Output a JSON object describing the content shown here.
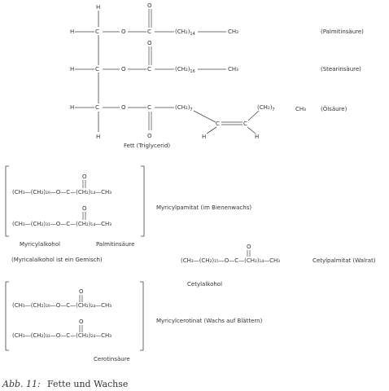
{
  "triglyceride": {
    "h": "H",
    "c": "C",
    "o": "O",
    "ch2_group": "(CH₂)",
    "ch3": "CH₃",
    "sub_14": "14",
    "sub_16": "16",
    "sub_7": "7",
    "label_palmitic": "(Palmitinsäure)",
    "label_stearic": "(Stearinsäure)",
    "label_oleic": "(Ölsäure)",
    "caption": "Fett (Triglycerid)"
  },
  "myricylpalmitat": {
    "row1": "(CH₃—(CH₂)₂₉—O—C—(CH₂)₁₄—CH₃",
    "row2": "(CH₃—(CH₂)₃₁—O—C—(CH₂)₁₄—CH₃",
    "label": "Myricylpamitat (im Bienenwachs)",
    "alcohol_label": "Myricylalkohol",
    "acid_label": "Palmitinsäure",
    "note": "(Myricalalkohol ist ein Gemisch)"
  },
  "cetylpalmitat": {
    "formula": "(CH₃—(CH₂)₁₅—O—C—(CH₂)₁₄—CH₃",
    "label": "Cetylpalmitat (Walrat)",
    "alcohol_label": "Cetylalkohol"
  },
  "myricylcerotinat": {
    "row1": "(CH₃—(CH₂)₂₉—O—C—(CH₂)₂₄—CH₃",
    "row2": "(CH₃—(CH₂)₃₁—O—C—(CH₂)₂₄—CH₃",
    "label": "Myricylcerotinat (Wachs auf Blättern)",
    "acid_label": "Cerotinsäure"
  },
  "oxygen": "O",
  "caption": {
    "number": "Abb. 11:",
    "title": "Fette und Wachse"
  }
}
